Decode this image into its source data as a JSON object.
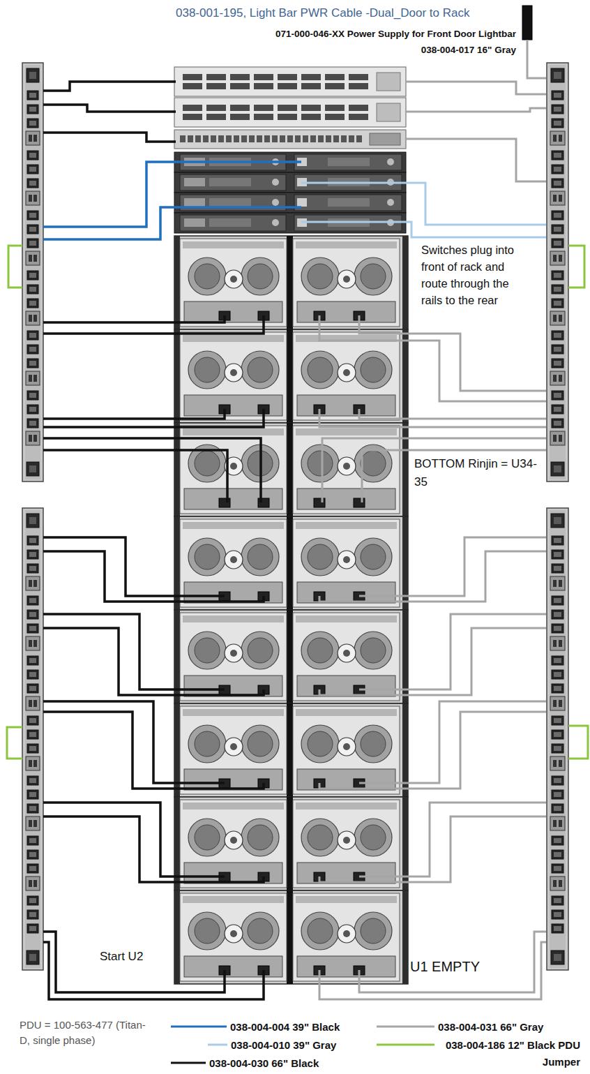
{
  "diagram": {
    "labels": [
      "038-001-195, Light Bar PWR Cable -Dual_Door to Rack",
      "071-000-046-XX Power Supply for Front Door Lightbar",
      "038-004-017 16\" Gray",
      "Switches plug into front of rack and route through the rails to the rear",
      "BOTTOM Rinjin = U34-35",
      "Start U2",
      "U1 EMPTY",
      "PDU = 100-563-477 (Titan-D, single phase)"
    ],
    "legend": [
      {
        "text": "038-004-004 39\" Black"
      },
      {
        "text": "038-004-010 39\" Gray"
      },
      {
        "text": "038-004-030 66\" Black"
      },
      {
        "text": "038-004-031 66\" Gray"
      },
      {
        "text": "038-004-186 12\" Black PDU Jumper"
      }
    ]
  }
}
